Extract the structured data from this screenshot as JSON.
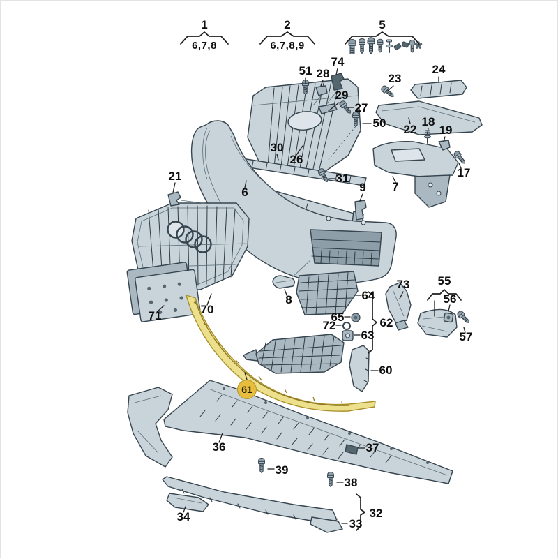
{
  "diagram": {
    "kind": "exploded-parts-diagram",
    "subject": "front bumper assembly",
    "background": "#ffffff"
  },
  "colors": {
    "part_fill": "#c8d3da",
    "part_fill_light": "#dde5ea",
    "part_fill_dark": "#a9b8c1",
    "outline": "#36454f",
    "label_text": "#0e0e0e",
    "leader_line": "#1f1f1f",
    "highlight_strip_fill": "#ece08c",
    "highlight_strip_stroke": "#a98f28",
    "highlight_badge_fill": "#e6bd3c",
    "highlight_badge_text": "#241c03"
  },
  "groups": [
    {
      "number": "1",
      "contains": "6,7,8"
    },
    {
      "number": "2",
      "contains": "6,7,8,9"
    },
    {
      "number": "5",
      "contains": "",
      "icons": [
        "bolt-icon",
        "screw-icon",
        "screw-icon",
        "screw-icon",
        "push-pin-icon",
        "clip-icon",
        "clip-icon",
        "screw-icon",
        "star-clip-icon"
      ]
    }
  ],
  "highlight": {
    "part": "61",
    "badge_label": "61"
  },
  "callouts": {
    "6": "6",
    "7": "7",
    "8": "8",
    "9": "9",
    "17": "17",
    "18": "18",
    "19": "19",
    "21": "21",
    "22": "22",
    "23": "23",
    "24": "24",
    "26": "26",
    "27": "27",
    "28": "28",
    "29": "29",
    "30": "30",
    "31": "31",
    "32": "32",
    "33": "33",
    "34": "34",
    "36": "36",
    "37": "37",
    "38": "38",
    "39": "39",
    "50": "50",
    "51": "51",
    "55": "55",
    "56": "56",
    "57": "57",
    "60": "60",
    "61": "61",
    "62": "62",
    "63": "63",
    "64": "64",
    "65": "65",
    "70": "70",
    "71": "71",
    "72": "72",
    "73": "73",
    "74": "74"
  }
}
